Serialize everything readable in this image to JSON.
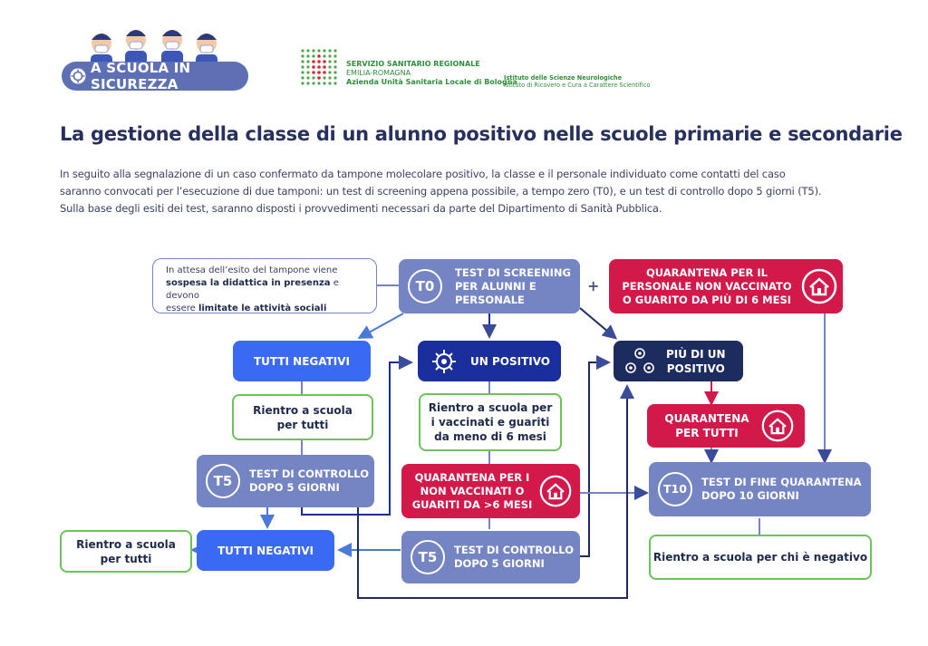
{
  "header": {
    "school_banner": "A SCUOLA IN SICUREZZA",
    "ssr_line1": "SERVIZIO SANITARIO REGIONALE",
    "ssr_line2": "EMILIA-ROMAGNA",
    "ssr_line3": "Azienda Unità Sanitaria Locale di Bologna",
    "isn_line1": "Istituto delle Scienze Neurologiche",
    "isn_line2": "Istituto di Ricovero e Cura a Carattere Scientifico"
  },
  "title": "La gestione della classe di un alunno positivo nelle scuole primarie e secondarie",
  "intro": [
    "In seguito alla segnalazione di un caso confermato da tampone molecolare positivo, la classe e il personale individuato come contatti del caso",
    "saranno convocati per l’esecuzione di due tamponi: un test di screening appena possibile, a tempo zero (T0), e un test di controllo dopo 5 giorni (T5).",
    "Sulla base degli esiti dei test, saranno disposti i provvedimenti necessari da parte del Dipartimento di Sanità Pubblica."
  ],
  "note": {
    "l1": "In attesa dell’esito del tampone viene",
    "l2_bold": "sospesa la didattica in presenza",
    "l2_rest": " e devono",
    "l3_pre": "essere ",
    "l3_bold": "limitate le attività sociali"
  },
  "nodes": {
    "t0_code": "T0",
    "t0": [
      "TEST DI SCREENING",
      "PER ALUNNI E",
      "PERSONALE"
    ],
    "plus": "+",
    "quar_staff": [
      "QUARANTENA PER IL",
      "PERSONALE NON VACCINATO",
      "O GUARITO DA PIÙ DI 6 MESI"
    ],
    "all_neg_1": "TUTTI NEGATIVI",
    "one_pos": "UN POSITIVO",
    "many_pos": [
      "PIÙ DI UN",
      "POSITIVO"
    ],
    "back_all_1": [
      "Rientro a scuola",
      "per tutti"
    ],
    "back_vacc": [
      "Rientro a scuola per",
      "i vaccinati e guariti",
      "da meno di 6 mesi"
    ],
    "quar_all": [
      "QUARANTENA",
      "PER TUTTI"
    ],
    "t5_code": "T5",
    "t5_left": [
      "TEST DI CONTROLLO",
      "DOPO 5 GIORNI"
    ],
    "quar_nonvacc": [
      "QUARANTENA PER I",
      "NON VACCINATI O",
      "GUARITI DA >6 MESI"
    ],
    "t10_code": "T10",
    "t10": [
      "TEST DI FINE QUARANTENA",
      "DOPO 10 GIORNI"
    ],
    "back_all_2": [
      "Rientro a scuola",
      "per tutti"
    ],
    "all_neg_2": "TUTTI NEGATIVI",
    "t5_mid": [
      "TEST DI CONTROLLO",
      "DOPO 5 GIORNI"
    ],
    "back_neg": "Rientro a scuola per chi è negativo"
  },
  "colors": {
    "slate": "#7584c3",
    "blue": "#3a69f2",
    "navy": "#1b2f9c",
    "dark": "#1c2c5e",
    "red": "#d2194a",
    "green": "#6bc45a"
  }
}
